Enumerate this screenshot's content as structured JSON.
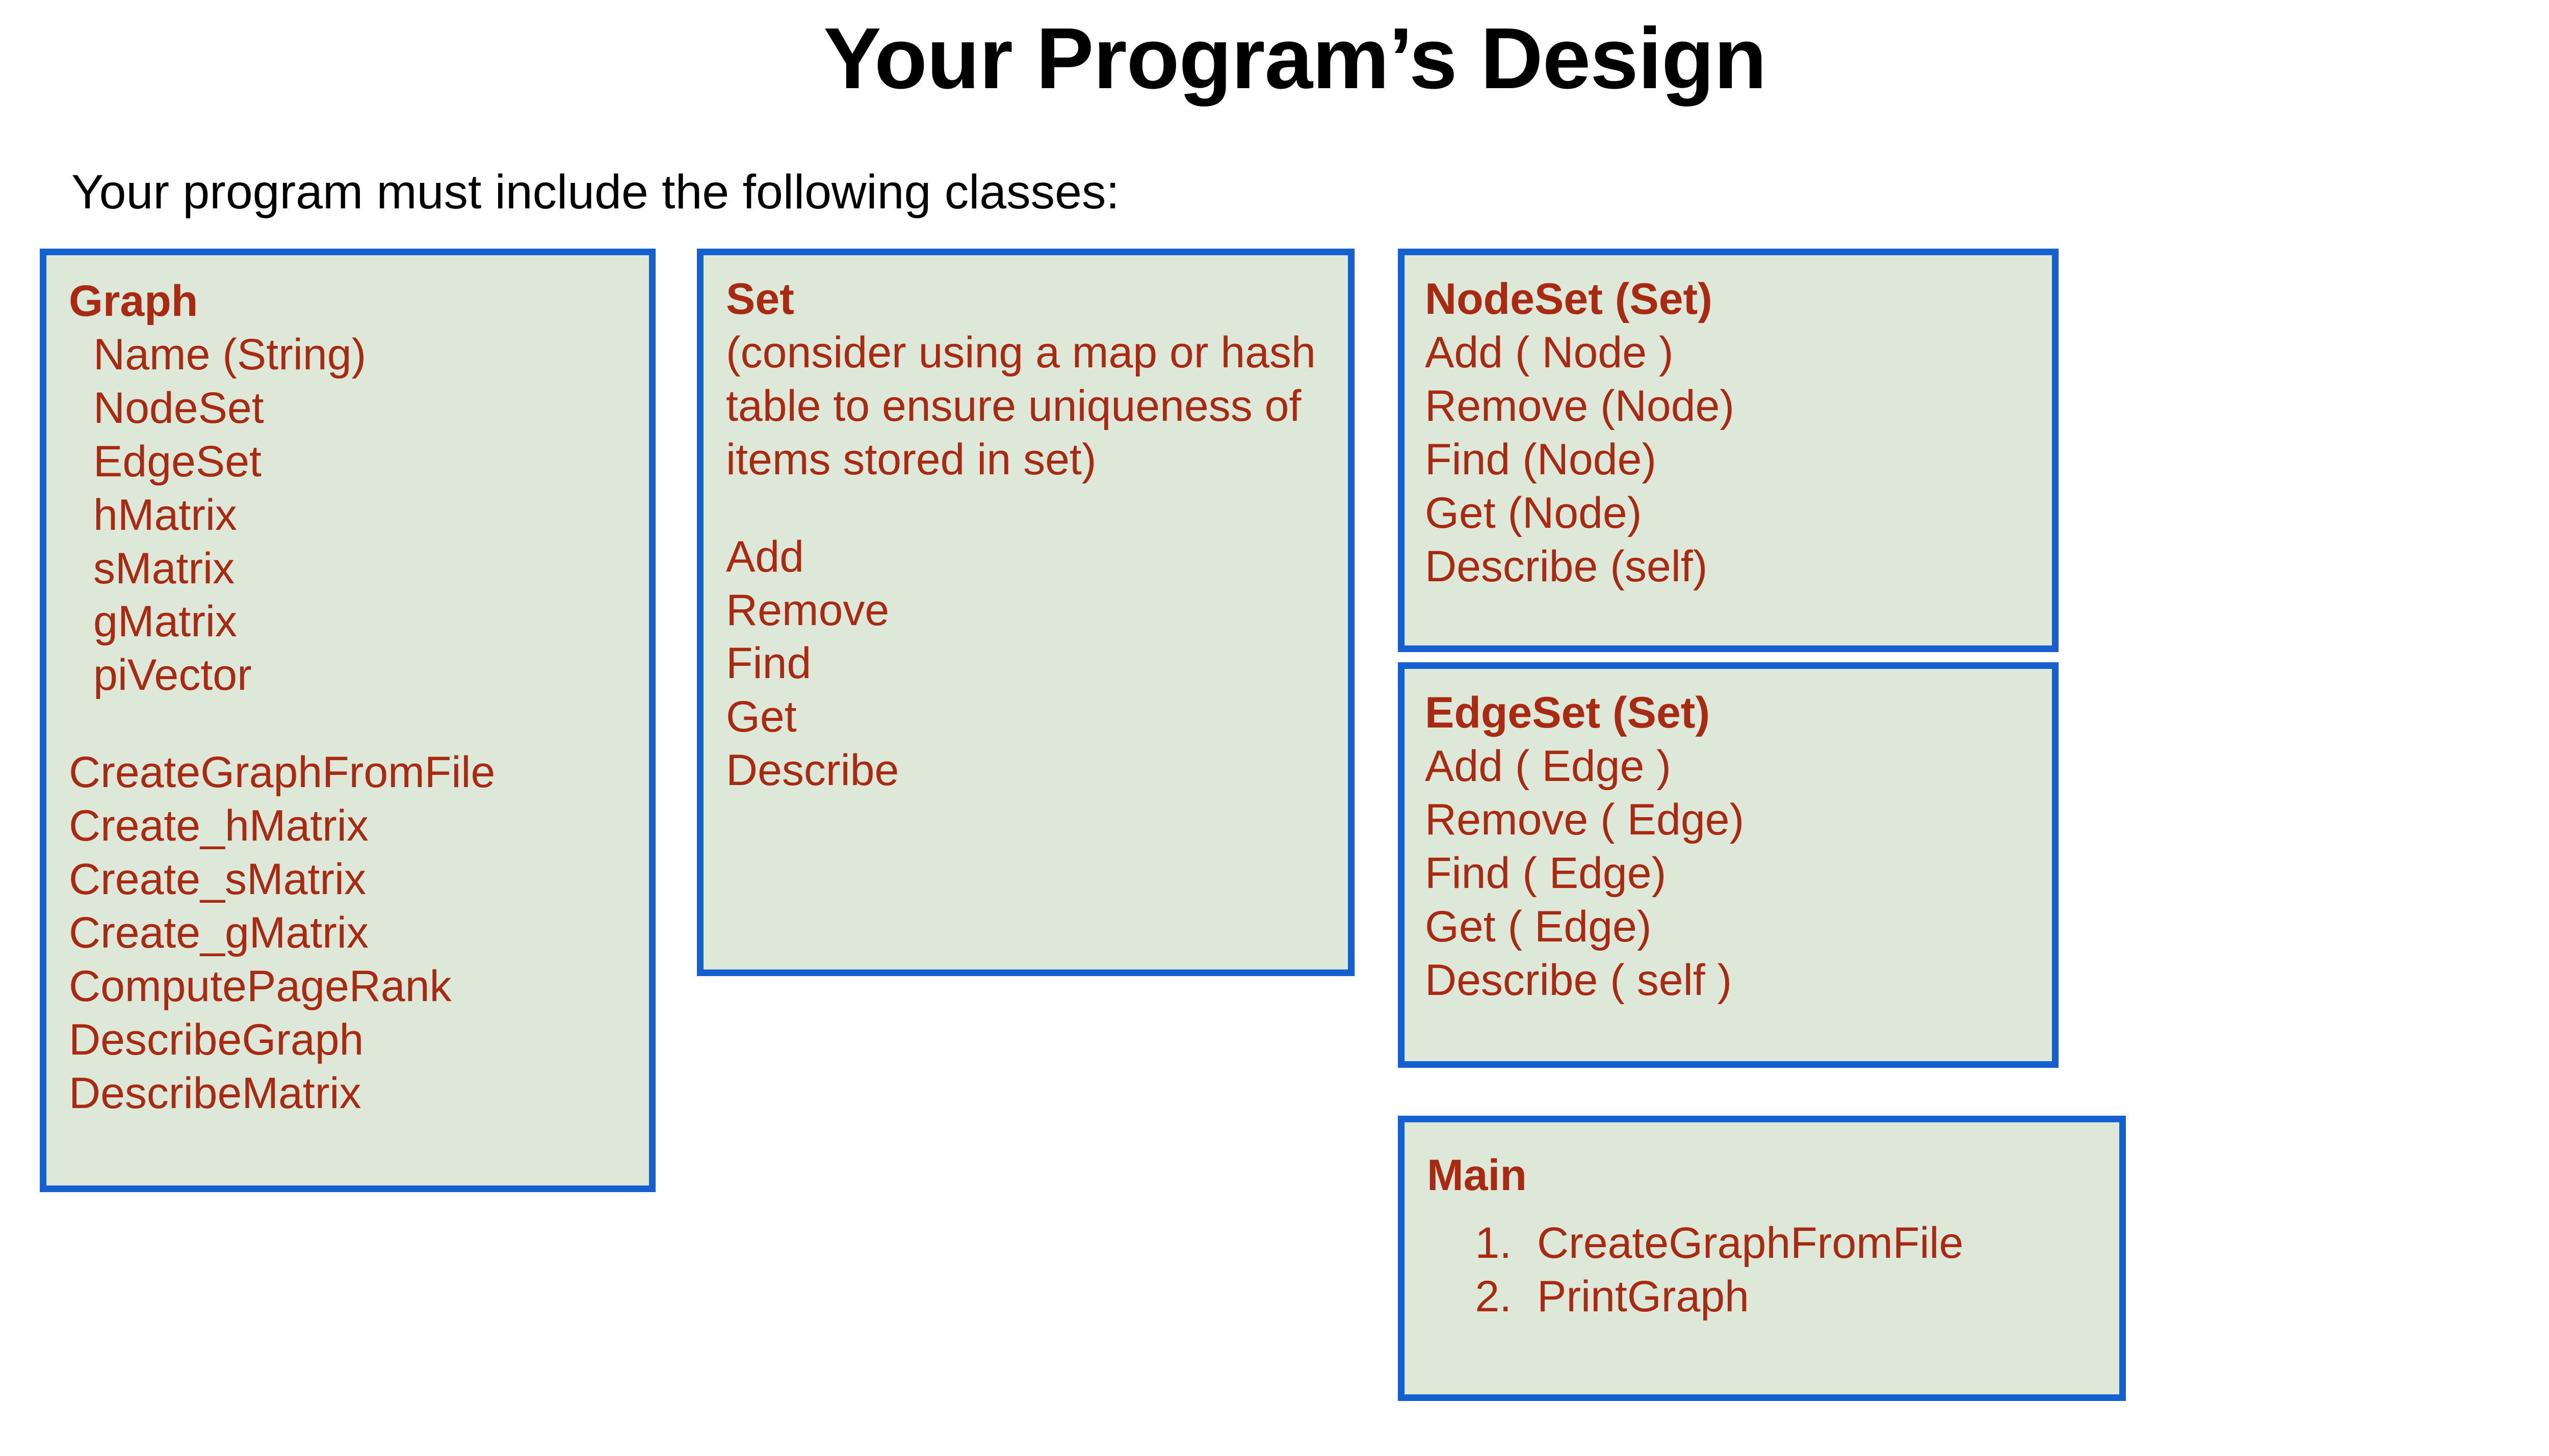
{
  "slide": {
    "title": "Your Program’s Design",
    "subtitle": "Your program must include the following classes:",
    "colors": {
      "box_fill": "#DDE8D9",
      "box_border": "#1560D0",
      "text_red": "#A82A12",
      "title_black": "#000000",
      "page_background": "#FFFFFF"
    }
  },
  "boxes": [
    {
      "id": "graph",
      "class_name": "Graph",
      "members": [
        "Name (String)",
        "NodeSet",
        "EdgeSet",
        "hMatrix",
        "sMatrix",
        "gMatrix",
        "piVector"
      ],
      "methods": [
        "CreateGraphFromFile",
        "Create_hMatrix",
        "Create_sMatrix",
        "Create_gMatrix",
        "ComputePageRank",
        "DescribeGraph",
        "DescribeMatrix"
      ]
    },
    {
      "id": "set",
      "class_name": "Set",
      "note": "(consider using a map or hash table to ensure uniqueness of items stored in set)",
      "methods": [
        "Add",
        "Remove",
        "Find",
        "Get",
        "Describe"
      ]
    },
    {
      "id": "nodeset",
      "class_name": "NodeSet (Set)",
      "methods": [
        "Add ( Node )",
        "Remove (Node)",
        "Find (Node)",
        "Get (Node)",
        "Describe (self)"
      ]
    },
    {
      "id": "edgeset",
      "class_name": "EdgeSet (Set)",
      "methods": [
        "Add ( Edge )",
        "Remove ( Edge)",
        "Find ( Edge)",
        "Get ( Edge)",
        "Describe ( self )"
      ]
    },
    {
      "id": "main",
      "class_name": "Main",
      "steps": [
        "CreateGraphFromFile",
        "PrintGraph"
      ]
    }
  ]
}
